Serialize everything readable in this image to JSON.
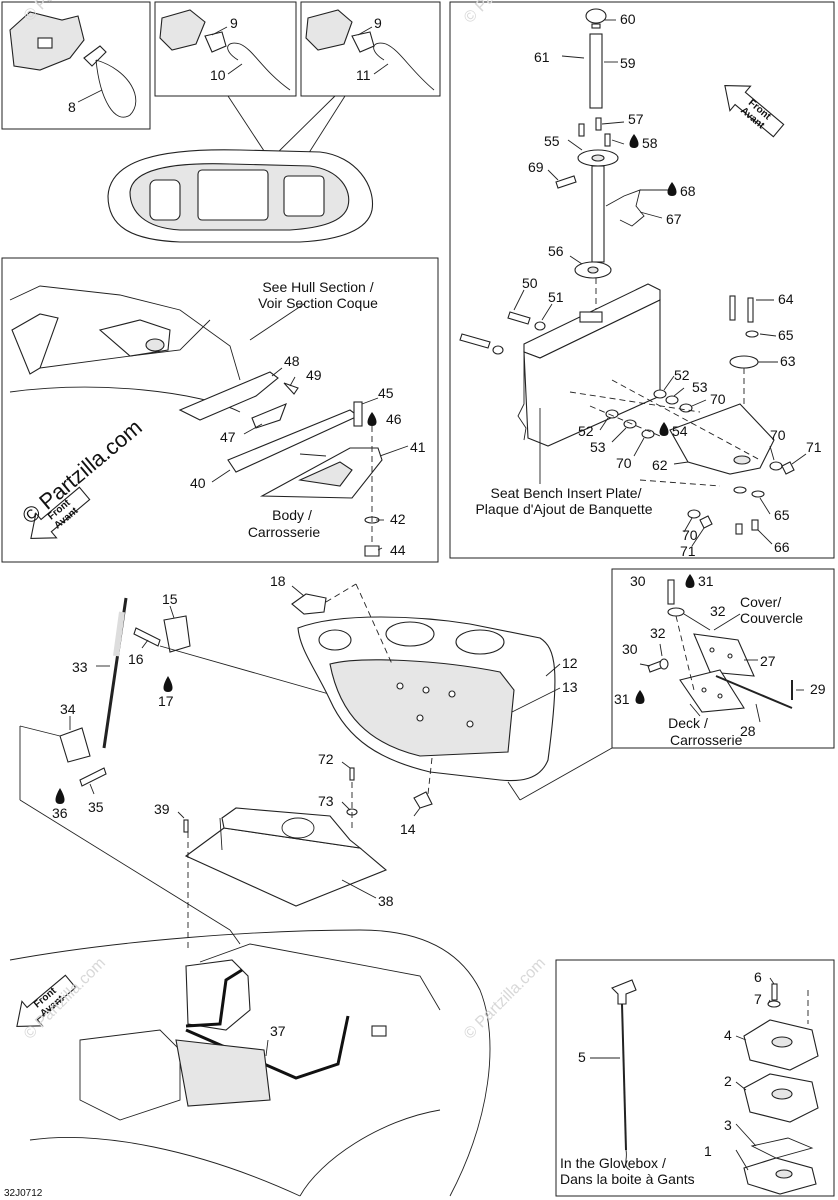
{
  "watermark": "© Partzilla.com",
  "watermark_faint": "© Partzilla.com",
  "figure_code": "32J0712",
  "front_arrow": {
    "line1": "Front",
    "line2": "Avant"
  },
  "captions": {
    "hull_1": "See Hull Section /",
    "hull_2": "Voir Section Coque",
    "body_1": "Body /",
    "body_2": "Carrosserie",
    "seat_1": "Seat Bench Insert Plate/",
    "seat_2": "Plaque d'Ajout de Banquette",
    "cover_1": "Cover/",
    "cover_2": "Couvercle",
    "deck_1": "Deck /",
    "deck_2": "Carrosserie",
    "glove_1": "In the Glovebox /",
    "glove_2": "Dans la boite à Gants"
  },
  "callouts": [
    "1",
    "2",
    "3",
    "4",
    "5",
    "6",
    "7",
    "8",
    "9",
    "9",
    "10",
    "11",
    "12",
    "13",
    "14",
    "15",
    "16",
    "17",
    "18",
    "27",
    "28",
    "29",
    "30",
    "30",
    "31",
    "31",
    "32",
    "32",
    "33",
    "34",
    "35",
    "36",
    "37",
    "38",
    "39",
    "40",
    "41",
    "42",
    "44",
    "45",
    "46",
    "47",
    "48",
    "49",
    "50",
    "51",
    "52",
    "52",
    "53",
    "53",
    "54",
    "55",
    "56",
    "57",
    "58",
    "59",
    "60",
    "61",
    "62",
    "63",
    "64",
    "65",
    "65",
    "66",
    "67",
    "68",
    "69",
    "70",
    "70",
    "70",
    "70",
    "71",
    "71",
    "72",
    "73"
  ]
}
